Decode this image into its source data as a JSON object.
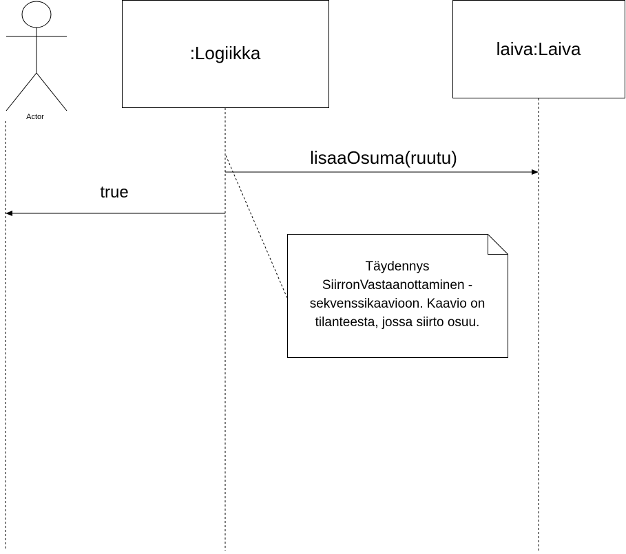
{
  "diagram": {
    "type": "sequence",
    "actor": {
      "label": "Actor"
    },
    "participants": [
      {
        "id": "logiikka",
        "label": ":Logiikka"
      },
      {
        "id": "laiva",
        "label": "laiva:Laiva"
      }
    ],
    "messages": [
      {
        "from": "logiikka",
        "to": "laiva",
        "label": "lisaaOsuma(ruutu)",
        "kind": "call"
      },
      {
        "from": "logiikka",
        "to": "actor",
        "label": "true",
        "kind": "return"
      }
    ],
    "note": {
      "lines": [
        "Täydennys",
        "SiirronVastaanottaminen -",
        "sekvenssikaavioon. Kaavio on",
        "tilanteesta, jossa siirto osuu."
      ]
    }
  }
}
